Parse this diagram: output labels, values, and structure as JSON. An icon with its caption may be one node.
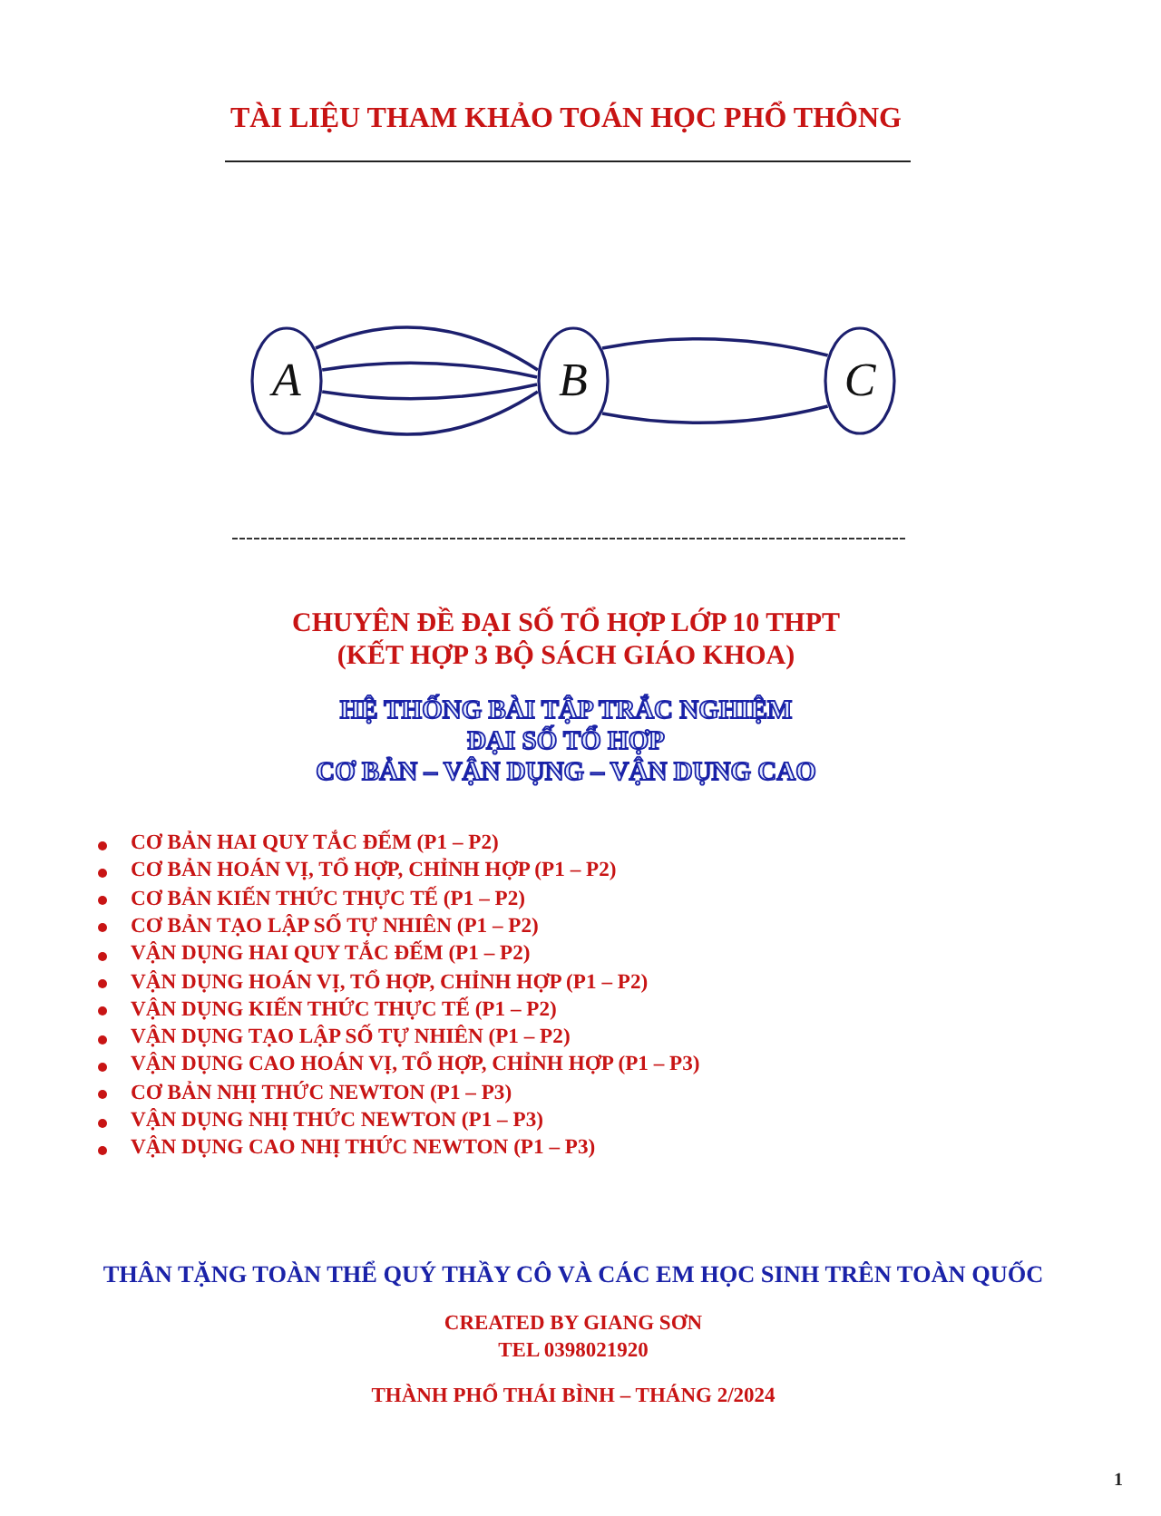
{
  "diagram": {
    "title": "TÀI LIỆU THAM KHẢO TOÁN HỌC PHỔ THÔNG",
    "nodes": [
      {
        "text": [
          "A"
        ]
      },
      {
        "text": [
          "B"
        ]
      },
      {
        "text": [
          "C"
        ]
      }
    ],
    "edges": [
      {
        "from": 0,
        "to": 1,
        "arrow": "none"
      },
      {
        "from": 0,
        "to": 1,
        "arrow": "none"
      },
      {
        "from": 0,
        "to": 1,
        "arrow": "none"
      },
      {
        "from": 0,
        "to": 1,
        "arrow": "none"
      },
      {
        "from": 1,
        "to": 2,
        "arrow": "none"
      },
      {
        "from": 1,
        "to": 2,
        "arrow": "none"
      }
    ],
    "labels": [
      "CHUYÊN ĐỀ ĐẠI SỐ TỔ HỢP LỚP 10 THPT",
      "(KẾT HỢP 3 BỘ SÁCH GIÁO KHOA)",
      "HỆ THỐNG BÀI TẬP TRẮC NGHIỆM",
      "ĐẠI SỐ TỔ HỢP",
      "CƠ BẢN – VẬN DỤNG – VẬN DỤNG CAO",
      "CƠ BẢN HAI QUY TẮC ĐẾM (P1 – P2)",
      "CƠ BẢN HOÁN VỊ, TỔ HỢP, CHỈNH HỢP (P1 – P2)",
      "CƠ BẢN KIẾN THỨC THỰC TẾ (P1 – P2)",
      "CƠ BẢN TẠO LẬP SỐ TỰ NHIÊN (P1 – P2)",
      "VẬN DỤNG HAI QUY TẮC ĐẾM (P1 – P2)",
      "VẬN DỤNG HOÁN VỊ, TỔ HỢP, CHỈNH HỢP (P1 – P2)",
      "VẬN DỤNG KIẾN THỨC THỰC TẾ (P1 – P2)",
      "VẬN DỤNG TẠO LẬP SỐ TỰ NHIÊN (P1 – P2)",
      "VẬN DỤNG CAO HOÁN VỊ, TỔ HỢP, CHỈNH HỢP (P1 – P3)",
      "CƠ BẢN NHỊ THỨC NEWTON (P1 – P3)",
      "VẬN DỤNG NHỊ THỨC NEWTON (P1 – P3)",
      "VẬN DỤNG CAO NHỊ THỨC NEWTON (P1 – P3)",
      "THÂN TẶNG TOÀN THỂ QUÝ THẦY CÔ VÀ CÁC EM HỌC SINH TRÊN TOÀN QUỐC",
      "CREATED BY GIANG SƠN",
      "TEL 0398021920",
      "THÀNH PHỐ THÁI BÌNH – THÁNG 2/2024",
      "1"
    ]
  }
}
